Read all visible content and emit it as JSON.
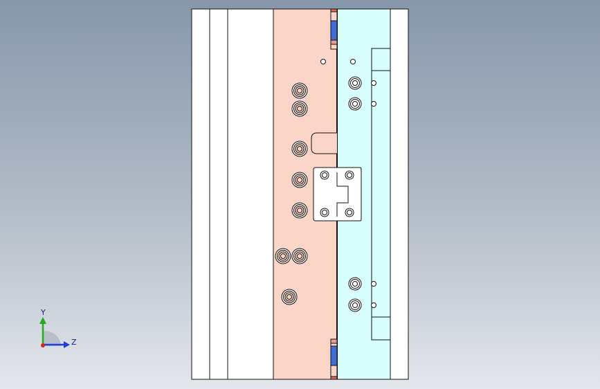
{
  "viewport": {
    "background_top": "#8797ab",
    "background_bottom": "#e4e7ec",
    "outline_color": "#111111"
  },
  "model": {
    "plates": [
      {
        "name": "clamp-plate",
        "fill": "#ffffff"
      },
      {
        "name": "spacer-plate",
        "fill": "#ffffff"
      },
      {
        "name": "support-plate",
        "fill": "#ffffff"
      },
      {
        "name": "cavity-plate-a",
        "fill": "#fbd6c8"
      },
      {
        "name": "cavity-plate-b",
        "fill": "#d8fefe"
      },
      {
        "name": "top-plate",
        "fill": "#ffffff"
      }
    ],
    "guide_pin_color": "#3f6fd6",
    "ejector_block_fill": "#ffffff"
  },
  "triad": {
    "y_label": "Y",
    "z_label": "Z",
    "y_color": "#22aa22",
    "z_color": "#1f3fdd",
    "x_color": "#dd2222"
  }
}
